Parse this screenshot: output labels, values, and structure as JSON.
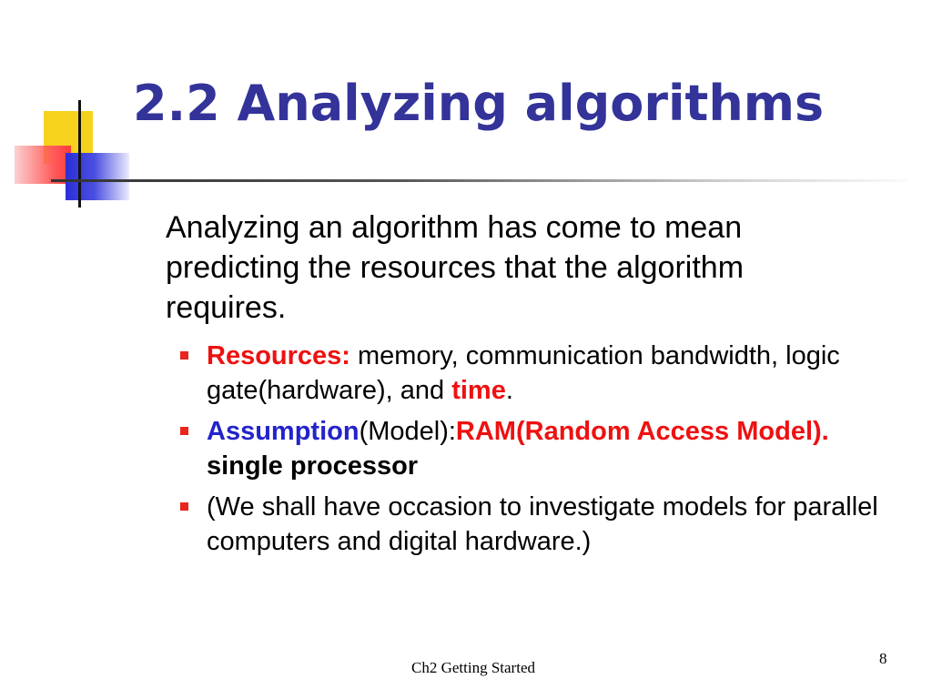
{
  "slide": {
    "title": "2.2 Analyzing algorithms",
    "intro": {
      "line1": "Analyzing an algorithm has come to mean",
      "line2": "predicting the resources that the algorithm",
      "line3": "requires."
    },
    "bullets": [
      {
        "label": "Resources:",
        "text_a": " memory, communication bandwidth, logic gate(hardware), and ",
        "highlight": "time",
        "text_b": "."
      },
      {
        "label": "Assumption",
        "text_a": "(Model):",
        "highlight": "RAM(Random Access Model).",
        "text_b": " single processor"
      },
      {
        "text": "(We shall have occasion to investigate models for parallel computers and digital hardware.)"
      }
    ],
    "footer": "Ch2 Getting Started",
    "page_number": "8"
  },
  "colors": {
    "title": "#333399",
    "accent_red": "#ee1111",
    "accent_blue": "#2323cc",
    "bullet": "#e8251f"
  }
}
